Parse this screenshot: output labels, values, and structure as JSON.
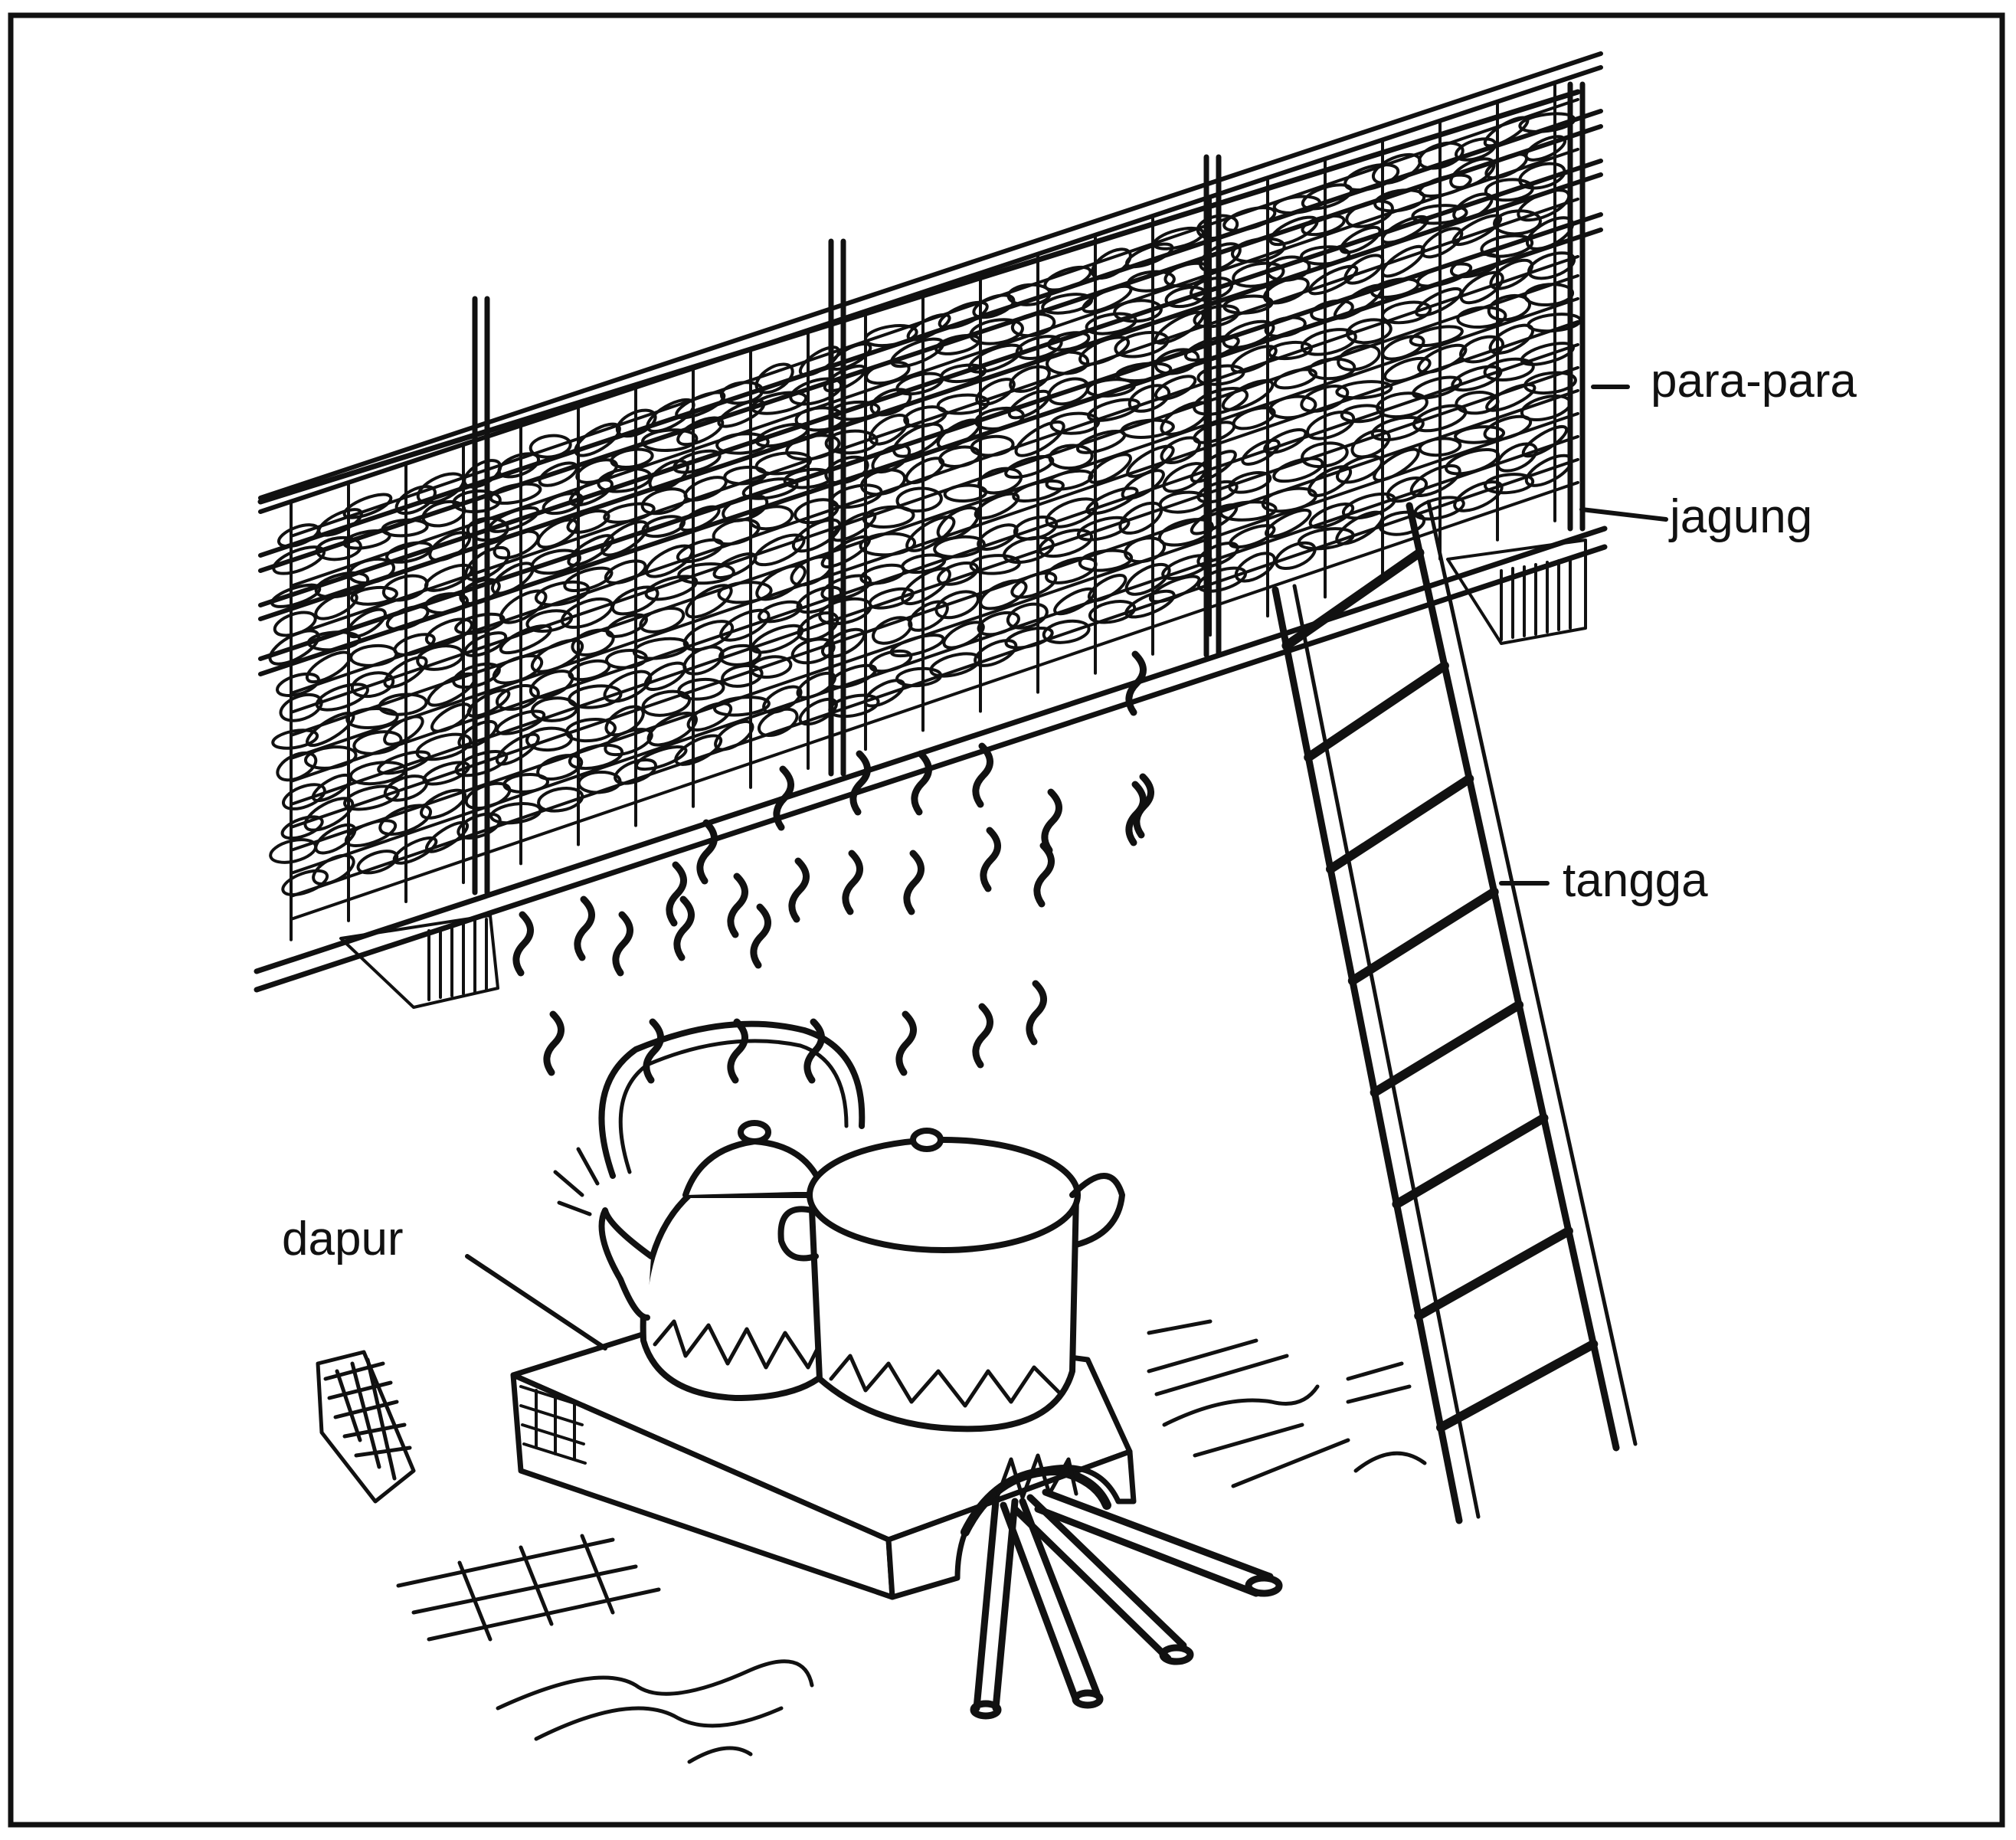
{
  "figure": {
    "labels": {
      "para_para": "para-para",
      "jagung": "jagung",
      "tangga": "tangga",
      "dapur": "dapur"
    }
  },
  "colors": {
    "ink": "#111111",
    "paper": "#ffffff"
  }
}
